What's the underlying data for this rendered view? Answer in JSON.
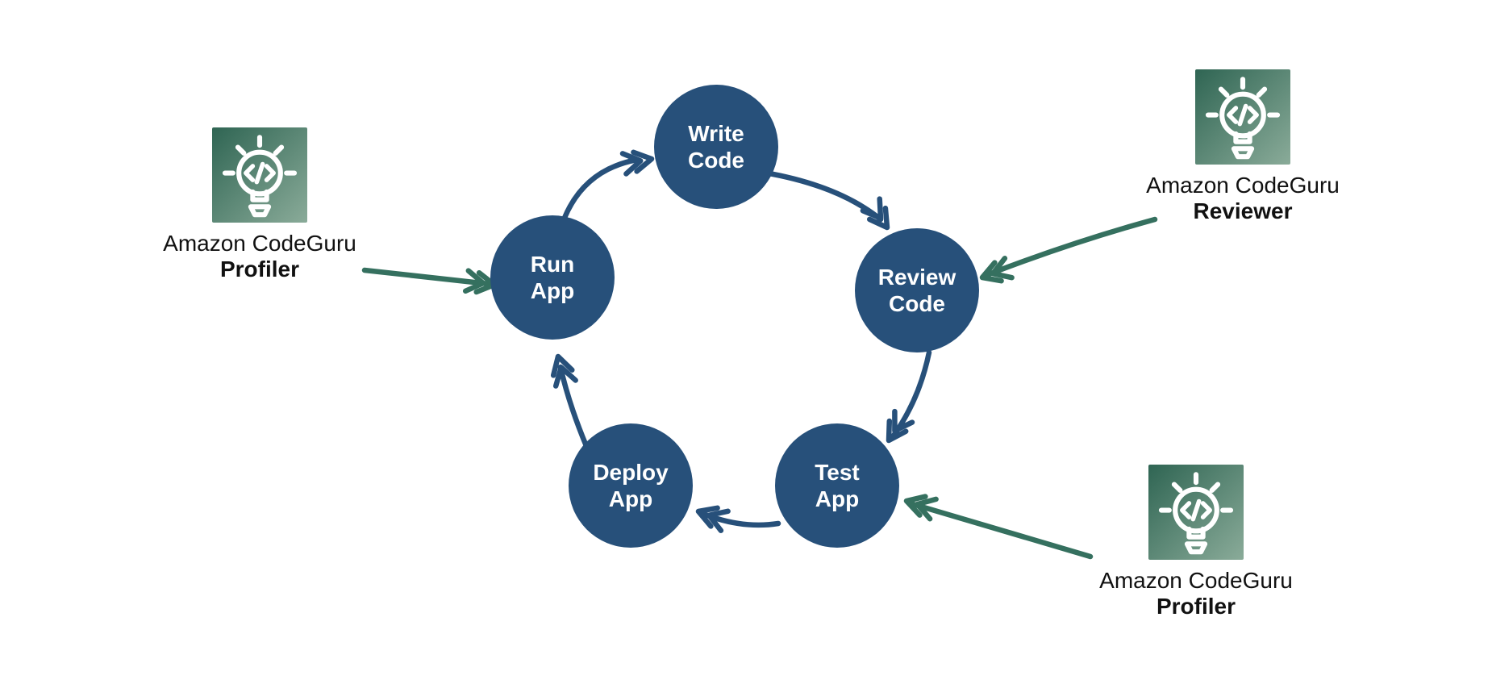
{
  "diagram": {
    "nodes": [
      {
        "id": "write-code",
        "label": "Write\nCode"
      },
      {
        "id": "review-code",
        "label": "Review\nCode"
      },
      {
        "id": "test-app",
        "label": "Test\nApp"
      },
      {
        "id": "deploy-app",
        "label": "Deploy\nApp"
      },
      {
        "id": "run-app",
        "label": "Run\nApp"
      }
    ],
    "services": [
      {
        "id": "profiler-left",
        "line1": "Amazon CodeGuru",
        "line2": "Profiler"
      },
      {
        "id": "reviewer",
        "line1": "Amazon CodeGuru",
        "line2": "Reviewer"
      },
      {
        "id": "profiler-right",
        "line1": "Amazon CodeGuru",
        "line2": "Profiler"
      }
    ],
    "edges": [
      {
        "id": "run-to-write",
        "from": "Run App",
        "to": "Write Code",
        "kind": "cycle"
      },
      {
        "id": "write-to-review",
        "from": "Write Code",
        "to": "Review Code",
        "kind": "cycle"
      },
      {
        "id": "review-to-test",
        "from": "Review Code",
        "to": "Test App",
        "kind": "cycle"
      },
      {
        "id": "test-to-deploy",
        "from": "Test App",
        "to": "Deploy App",
        "kind": "cycle"
      },
      {
        "id": "deploy-to-run",
        "from": "Deploy App",
        "to": "Run App",
        "kind": "cycle"
      },
      {
        "id": "profiler-left-to-run",
        "from": "Amazon CodeGuru Profiler",
        "to": "Run App",
        "kind": "service"
      },
      {
        "id": "reviewer-to-review",
        "from": "Amazon CodeGuru Reviewer",
        "to": "Review Code",
        "kind": "service"
      },
      {
        "id": "profiler-right-to-test",
        "from": "Amazon CodeGuru Profiler",
        "to": "Test App",
        "kind": "service"
      }
    ],
    "colors": {
      "background": "#FFFFFF",
      "node": "#27507A",
      "node_text": "#FFFFFF",
      "cycle_arrow": "#27507A",
      "service_arrow": "#35705F",
      "icon_gradient_start": "#2F6553",
      "icon_gradient_end": "#8AAB99",
      "caption_text": "#111111"
    }
  }
}
